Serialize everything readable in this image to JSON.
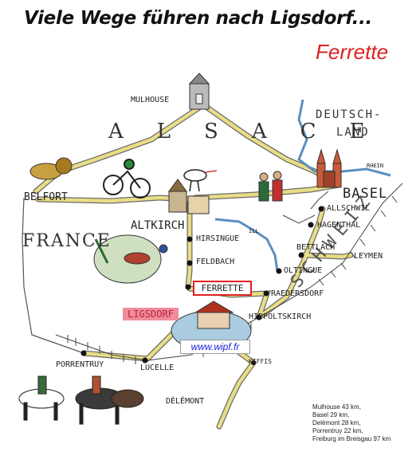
{
  "headline": "Viele Wege führen nach Ligsdorf...",
  "subtitle": "Ferrette",
  "regions": {
    "alsace": "ALSACE",
    "france": "FRANCE",
    "deutschland_line1": "DEUTSCH-",
    "deutschland_line2": "LAND",
    "schweiz": "SCHWEIZ"
  },
  "rivers": {
    "rhein": "RHEIN",
    "ill": "ILL"
  },
  "places": {
    "mulhouse": "MULHOUSE",
    "belfort": "BELFORT",
    "altkirch": "ALTKIRCH",
    "hirsingue": "HIRSINGUE",
    "feldbach": "FELDBACH",
    "ferrette": "FERRETTE",
    "ligsdorf": "LIGSDORF",
    "raedersdorf": "RAEDERSDORF",
    "oltingue": "OLTINGUE",
    "hippoltskirch": "HIPPOLTSKIRCH",
    "basel": "BASEL",
    "allschwil": "ALLSCHWIL",
    "hagenthal": "HAGENTHAL",
    "bettlach": "BETTLACH",
    "leymen": "LEYMEN",
    "porrentruy": "PORRENTRUY",
    "lucelle": "LUCELLE",
    "kiffis": "KIFFIS",
    "delemont": "DÉLÉMONT"
  },
  "website": "www.wipf.fr",
  "distances": [
    "Mulhouse 43 km,",
    "Basel 29 km,",
    "Delémont 28 km,",
    "Porrentruy 22 km,",
    "Freiburg im Breisgau 97 km"
  ],
  "colors": {
    "headline": "#111111",
    "subtitle": "#e02020",
    "road": "#e9dd86",
    "road_edge": "#6b6b6b",
    "river": "#5a8fc0",
    "ligsdorf_bg": "#ef8d9c",
    "ligsdorf_text": "#c0203a",
    "ferrette_border": "#e02020",
    "website_text": "#1a1adf"
  },
  "icons": [
    "mulhouse-building-icon",
    "lion-icon",
    "cyclist-icon",
    "stork-icon",
    "church-icon",
    "dancing-couple-icon",
    "basel-cathedral-icon",
    "fisherman-icon",
    "horse-riders-icon",
    "inn-building-icon"
  ]
}
